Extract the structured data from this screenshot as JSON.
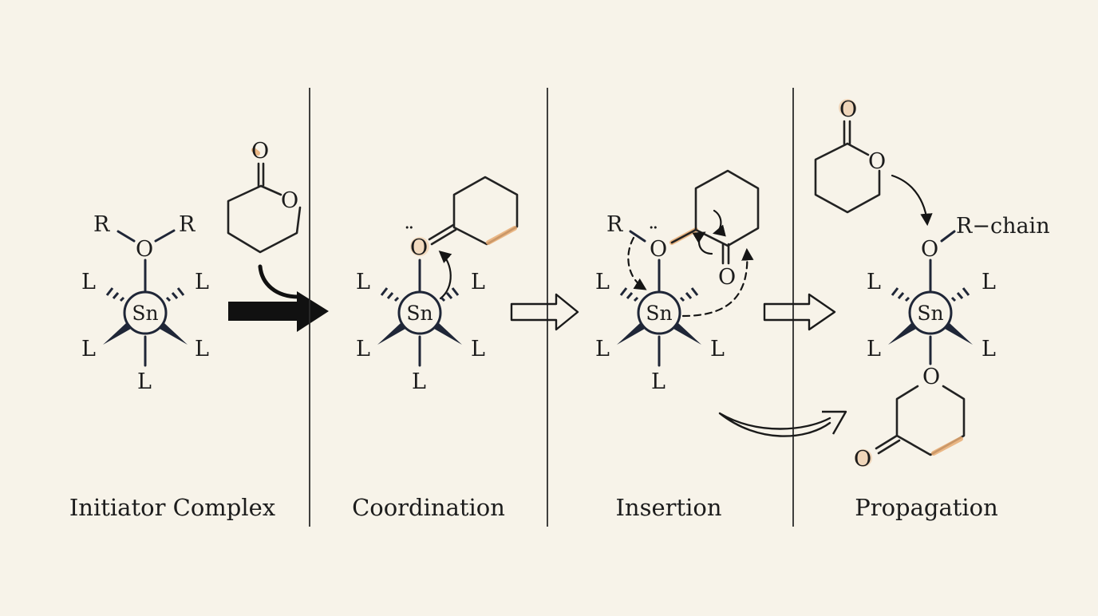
{
  "atoms": {
    "R": "R",
    "O": "O",
    "L": "L",
    "Sn": "Sn",
    "R_chain": "R−chain"
  },
  "lone_pair": "¨",
  "stages": [
    {
      "caption": "Initiator Complex"
    },
    {
      "caption": "Coordination"
    },
    {
      "caption": "Insertion"
    },
    {
      "caption": "Propagation"
    }
  ],
  "colors": {
    "background": "#f7f3e9",
    "bond": "#1f2637",
    "highlight": "#e7ab73"
  }
}
